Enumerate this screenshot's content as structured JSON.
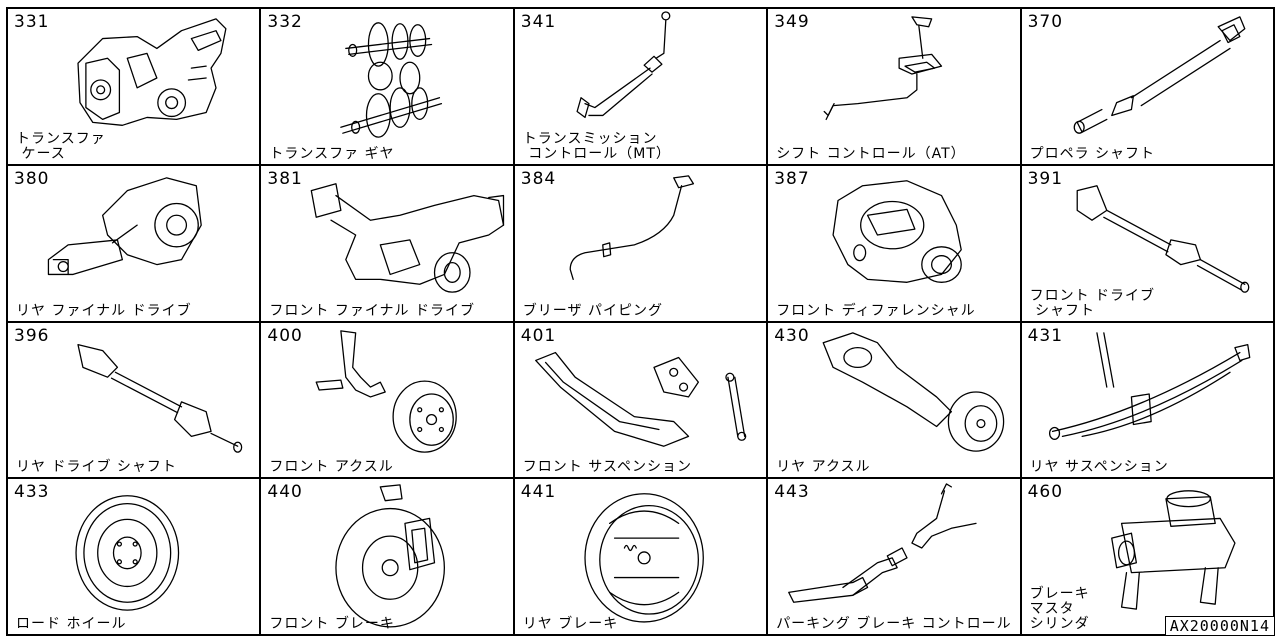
{
  "catalog_code": "AX20000N14",
  "cells": [
    {
      "number": "331",
      "name": "トランスファ\n ケース",
      "icon": "transfer-case"
    },
    {
      "number": "332",
      "name": "トランスファ ギヤ",
      "icon": "transfer-gears"
    },
    {
      "number": "341",
      "name": "トランスミッション\n コントロール（MT）",
      "icon": "mt-control-linkage"
    },
    {
      "number": "349",
      "name": "シフト コントロール（AT）",
      "icon": "at-shift-lever"
    },
    {
      "number": "370",
      "name": "プロペラ シャフト",
      "icon": "propeller-shaft"
    },
    {
      "number": "380",
      "name": "リヤ ファイナル ドライブ",
      "icon": "rear-differential"
    },
    {
      "number": "381",
      "name": "フロント ファイナル ドライブ",
      "icon": "front-differential-housing"
    },
    {
      "number": "384",
      "name": "ブリーザ パイピング",
      "icon": "breather-pipe"
    },
    {
      "number": "387",
      "name": "フロント ディファレンシャル",
      "icon": "differential-case"
    },
    {
      "number": "391",
      "name": "フロント ドライブ\n シャフト",
      "icon": "front-drive-shaft"
    },
    {
      "number": "396",
      "name": "リヤ ドライブ シャフト",
      "icon": "rear-drive-shaft"
    },
    {
      "number": "400",
      "name": "フロント アクスル",
      "icon": "knuckle-and-hub"
    },
    {
      "number": "401",
      "name": "フロント サスペンション",
      "icon": "crossmember-and-shock"
    },
    {
      "number": "430",
      "name": "リヤ アクスル",
      "icon": "trailing-arm-hub"
    },
    {
      "number": "431",
      "name": "リヤ サスペンション",
      "icon": "leaf-spring"
    },
    {
      "number": "433",
      "name": "ロード ホイール",
      "icon": "wheel"
    },
    {
      "number": "440",
      "name": "フロント ブレーキ",
      "icon": "disc-brake"
    },
    {
      "number": "441",
      "name": "リヤ ブレーキ",
      "icon": "drum-brake"
    },
    {
      "number": "443",
      "name": "パーキング ブレーキ コントロール",
      "icon": "parking-brake-lever"
    },
    {
      "number": "460",
      "name": "ブレーキ\nマスタ\nシリンダ",
      "icon": "master-cylinder"
    }
  ]
}
